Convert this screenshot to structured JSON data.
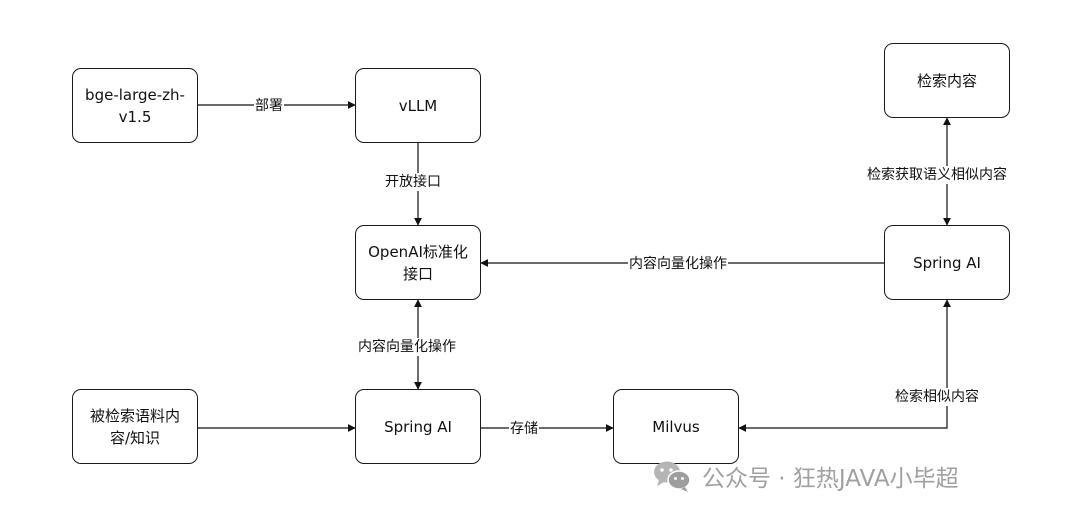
{
  "nodes": {
    "bge": {
      "line1": "bge-large-zh-",
      "line2": "v1.5"
    },
    "vllm": {
      "label": "vLLM"
    },
    "openai": {
      "line1": "OpenAI标准化",
      "line2": "接口"
    },
    "corpus": {
      "line1": "被检索语料内",
      "line2": "容/知识"
    },
    "spring_ai_bottom": {
      "label": "Spring AI"
    },
    "milvus": {
      "label": "Milvus"
    },
    "spring_ai_right": {
      "label": "Spring AI"
    },
    "search_content": {
      "label": "检索内容"
    }
  },
  "edges": {
    "deploy": "部署",
    "open_interface": "开放接口",
    "vectorize_bottom": "内容向量化操作",
    "store": "存储",
    "vectorize_right": "内容向量化操作",
    "search_similar": "检索相似内容",
    "retrieve_semantic": "检索获取语义相似内容"
  },
  "watermark": {
    "text": "公众号 · 狂热JAVA小毕超",
    "icon": "wechat-icon"
  }
}
